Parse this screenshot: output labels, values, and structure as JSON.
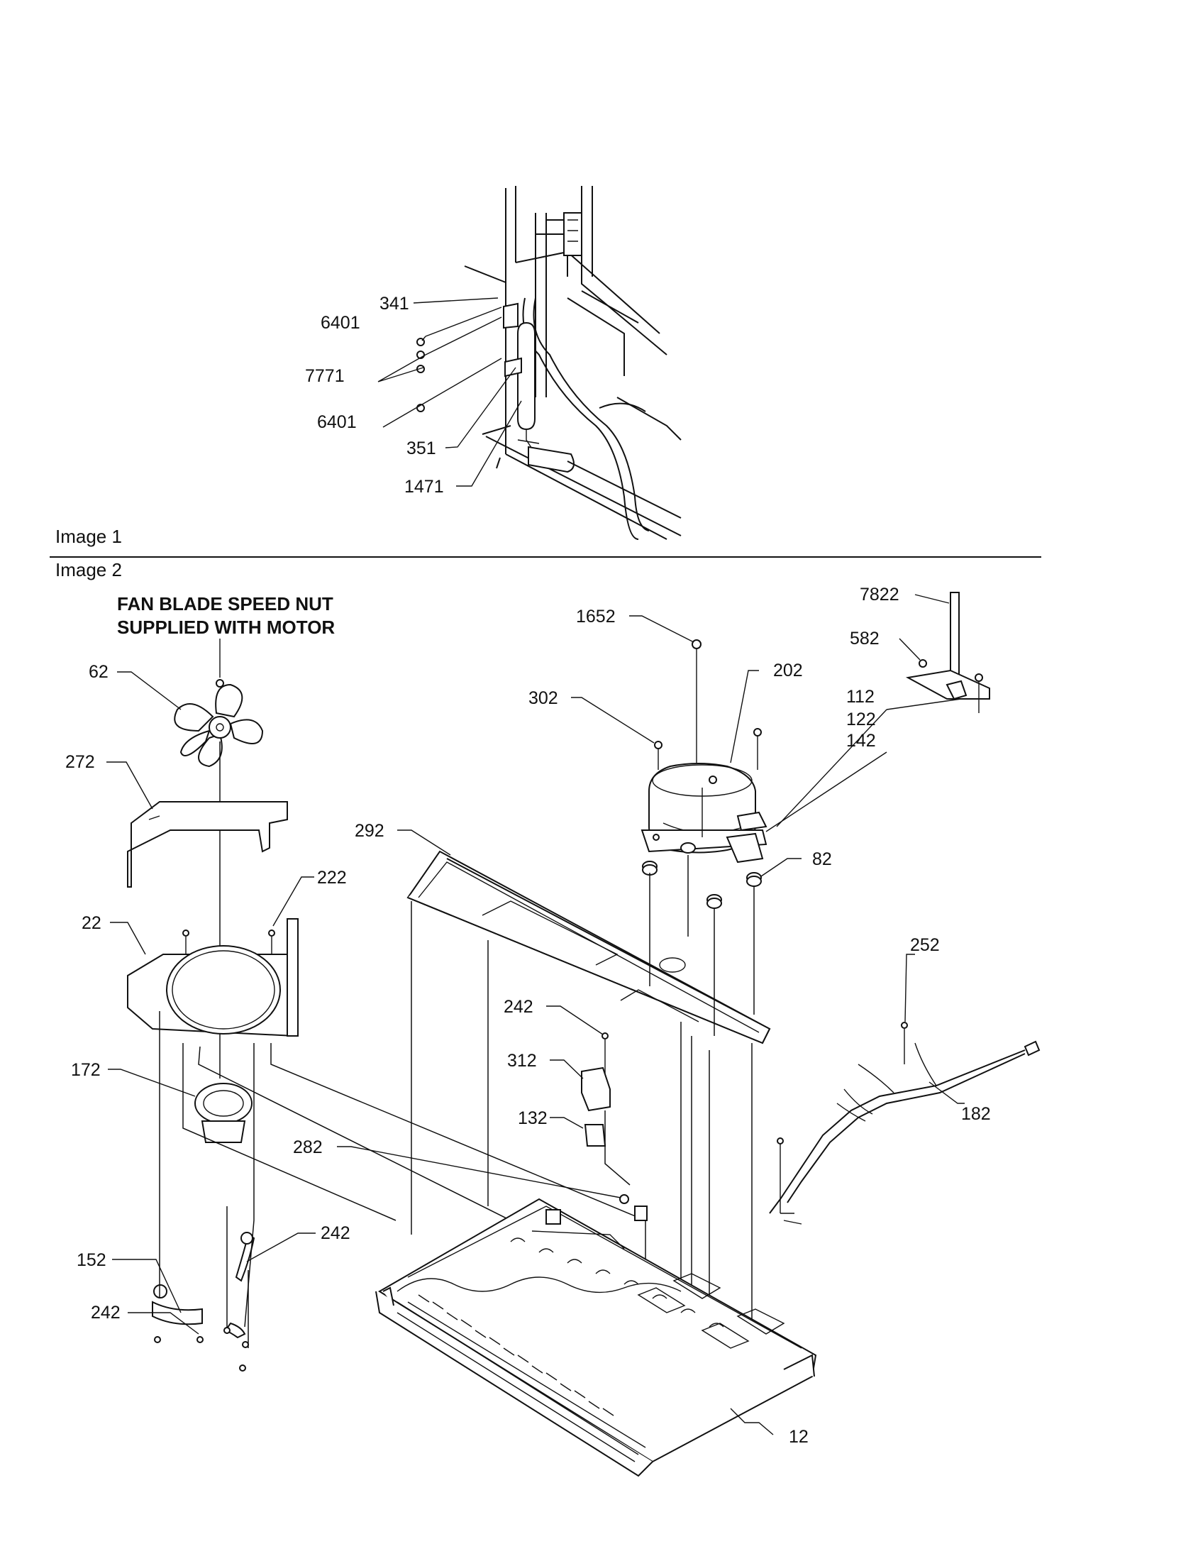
{
  "captions": {
    "image1": "Image 1",
    "image2": "Image 2"
  },
  "note": {
    "line1": "FAN BLADE SPEED NUT",
    "line2": "SUPPLIED WITH MOTOR"
  },
  "image1_callouts": [
    "341",
    "6401",
    "7771",
    "6401",
    "351",
    "1471"
  ],
  "image2_callouts": [
    "62",
    "272",
    "222",
    "22",
    "172",
    "152",
    "242",
    "242",
    "1652",
    "302",
    "202",
    "7822",
    "582",
    "112",
    "122",
    "142",
    "292",
    "82",
    "252",
    "242",
    "312",
    "132",
    "182",
    "282",
    "12"
  ]
}
